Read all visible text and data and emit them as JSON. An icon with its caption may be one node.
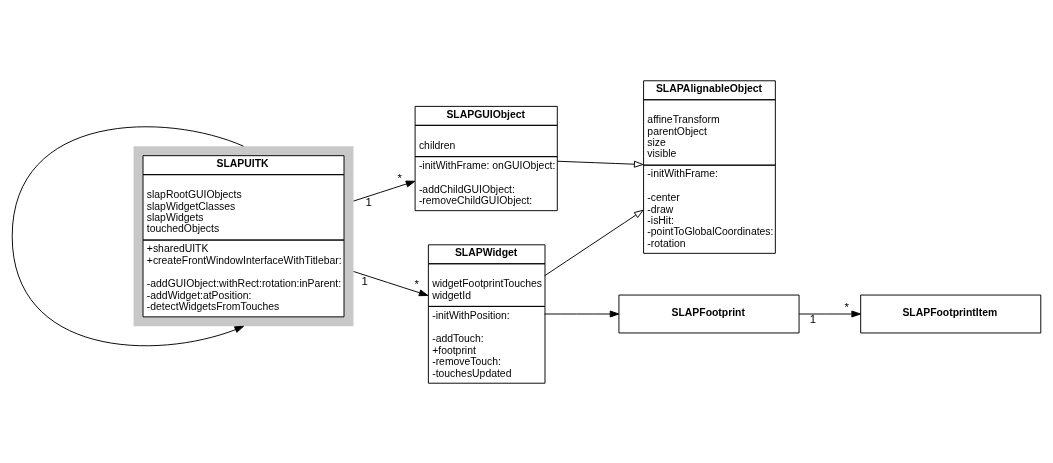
{
  "diagram": {
    "nodes": [
      {
        "text": [
          "SLAPUITK",
          "slapRootGUIObjects slapWidgetClasses slapWidgets touchedObjects",
          "+sharedUITK +createFrontWindowInterfaceWithTitlebar:",
          "-addGUIObject:withRect:rotation:inParent: -addWidget:atPosition: -detectWidgetsFromTouches"
        ]
      },
      {
        "text": [
          "SLAPGUIObject",
          "children",
          "-initWithFrame: onGUIObject:",
          "-addChildGUIObject: -removeChildGUIObject:"
        ]
      },
      {
        "text": [
          "SLAPAlignableObject",
          "affineTransform parentObject size visible",
          "-initWithFrame:",
          "-center -draw -isHit: -pointToGlobalCoordinates: -rotation"
        ]
      },
      {
        "text": [
          "SLAPWidget",
          "widgetFootprintTouches widgetId",
          "-initWithPosition:",
          "-addTouch: +footprint -removeTouch: -touchesUpdated"
        ]
      },
      {
        "text": [
          "SLAPFootprint"
        ]
      },
      {
        "text": [
          "SLAPFootprintItem"
        ]
      }
    ],
    "edges": [
      {
        "from": 0,
        "to": 0,
        "arrow": "to"
      },
      {
        "from": 0,
        "to": 1,
        "arrow": "to"
      },
      {
        "from": 0,
        "to": 3,
        "arrow": "to"
      },
      {
        "from": 1,
        "to": 2,
        "arrow": "to"
      },
      {
        "from": 3,
        "to": 2,
        "arrow": "to"
      },
      {
        "from": 3,
        "to": 4,
        "arrow": "to"
      },
      {
        "from": 4,
        "to": 5,
        "arrow": "to"
      }
    ],
    "labels": [
      "1",
      "*",
      "1",
      "*",
      "1",
      "*"
    ]
  }
}
